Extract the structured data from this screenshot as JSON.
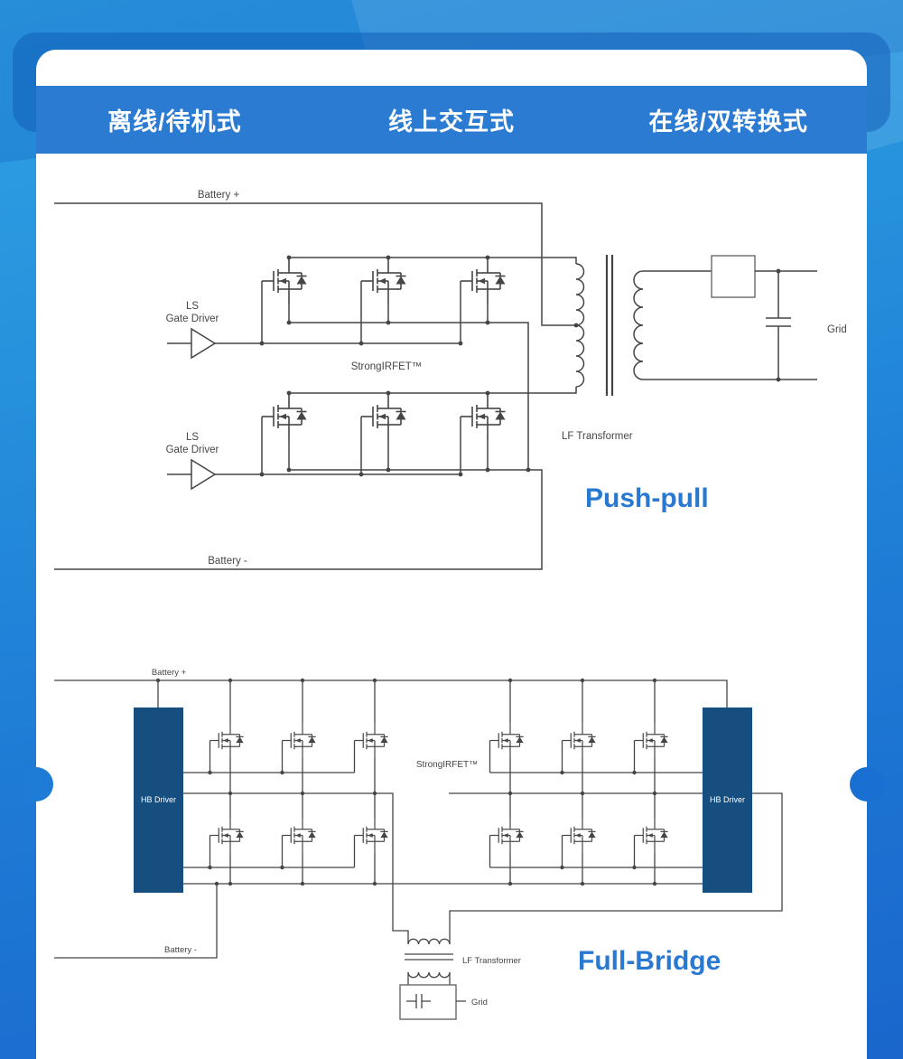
{
  "header": {
    "categories": [
      {
        "label": "离线/待机式"
      },
      {
        "label": "线上交互式"
      },
      {
        "label": "在线/双转换式"
      }
    ]
  },
  "push_pull": {
    "battery_plus": "Battery +",
    "battery_minus": "Battery -",
    "driver_line1": "LS",
    "driver_line2": "Gate Driver",
    "mosfet_label": "StrongIRFET™",
    "transformer_label": "LF Transformer",
    "grid_label": "Grid",
    "title": "Push-pull"
  },
  "full_bridge": {
    "battery_plus": "Battery +",
    "battery_minus": "Battery -",
    "driver_left": "HB Driver",
    "driver_right": "HB Driver",
    "mosfet_label": "StrongIRFET™",
    "transformer_label": "LF Transformer",
    "grid_label": "Grid",
    "title": "Full-Bridge"
  },
  "colors": {
    "header_bar": "#2b7bd2",
    "title_blue": "#2979d2",
    "driver_box": "#174e80",
    "circuit_stroke": "#454545",
    "background_top": "#31a2e4",
    "background_bottom": "#1a66cc"
  }
}
